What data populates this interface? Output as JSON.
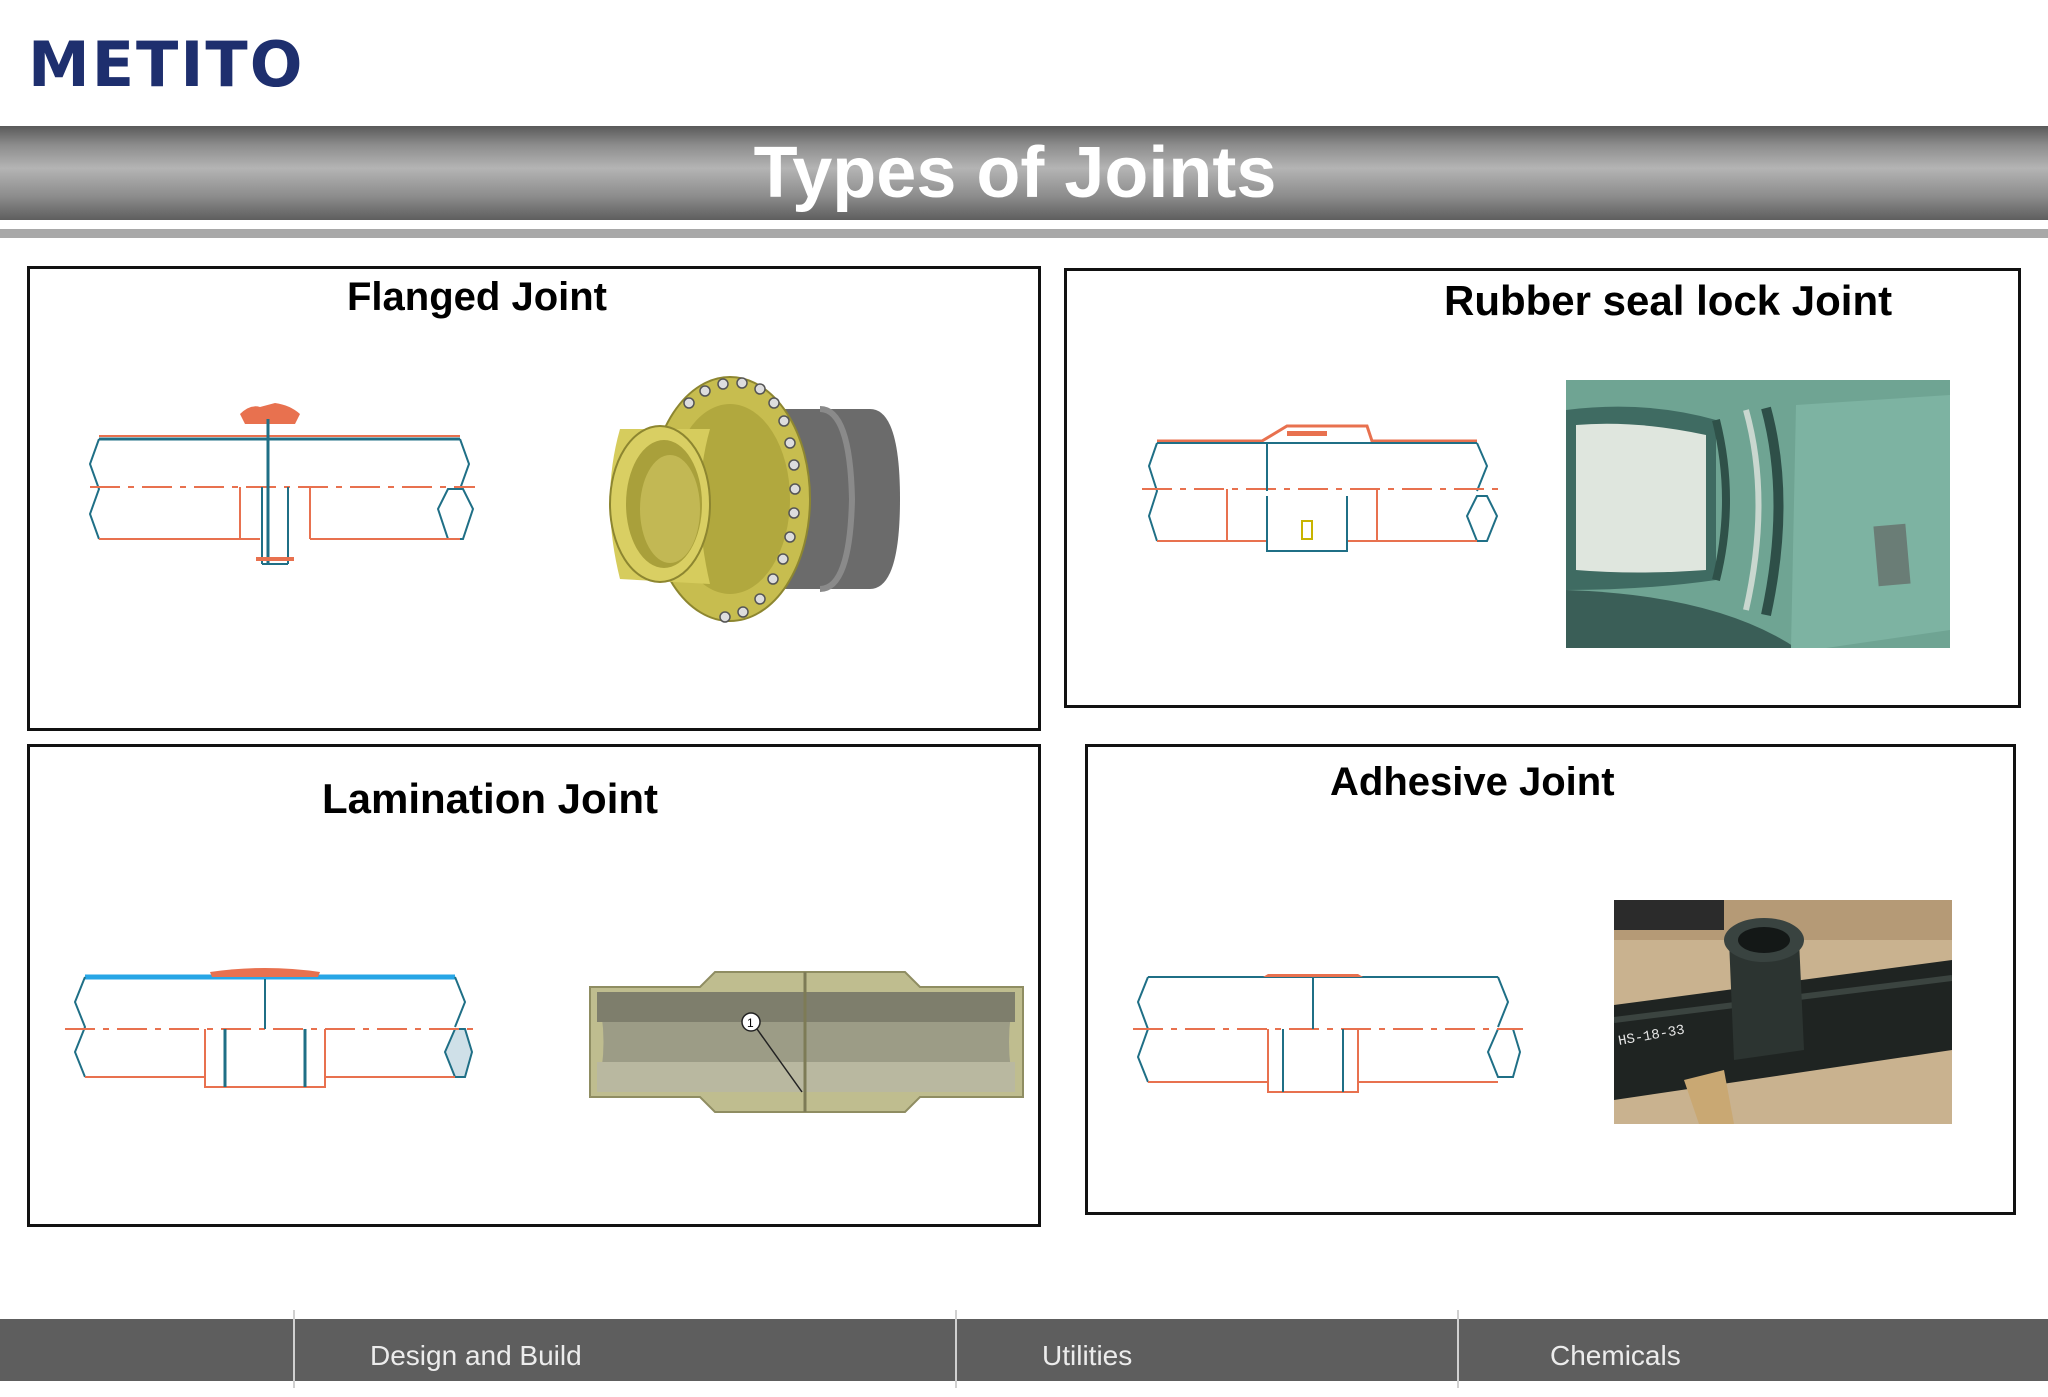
{
  "logo": {
    "text": "METITO",
    "color": "#1e2f6e"
  },
  "title": "Types of Joints",
  "panels": {
    "flanged": {
      "title": "Flanged Joint"
    },
    "rubber": {
      "title": "Rubber seal lock Joint"
    },
    "lamination": {
      "title": "Lamination Joint",
      "callout": "1"
    },
    "adhesive": {
      "title": "Adhesive Joint"
    }
  },
  "footer": {
    "items": [
      "Design and Build",
      "Utilities",
      "Chemicals"
    ]
  },
  "colors": {
    "drawing_orange": "#e8714f",
    "drawing_teal": "#1f6f86",
    "flange_yellow": "#c7bd4f",
    "header_gray": "#8c8c8c",
    "footer_gray": "#5e5e5e"
  }
}
